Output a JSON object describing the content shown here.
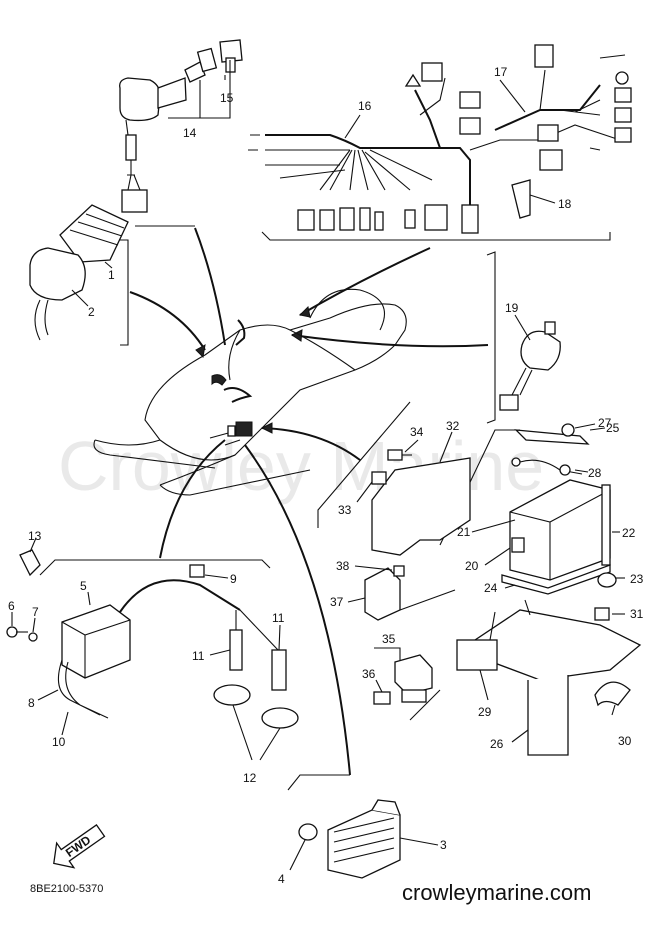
{
  "watermark": "Crowley Marine",
  "part_code": "8BE2100-5370",
  "website": "crowleymarine.com",
  "fwd_label": "FWD",
  "callouts": [
    "1",
    "2",
    "3",
    "4",
    "5",
    "6",
    "7",
    "8",
    "9",
    "10",
    "11",
    "11",
    "12",
    "13",
    "14",
    "15",
    "16",
    "17",
    "18",
    "19",
    "20",
    "21",
    "22",
    "23",
    "24",
    "25",
    "26",
    "27",
    "28",
    "29",
    "30",
    "31",
    "32",
    "33",
    "34",
    "35",
    "36",
    "37",
    "38"
  ]
}
